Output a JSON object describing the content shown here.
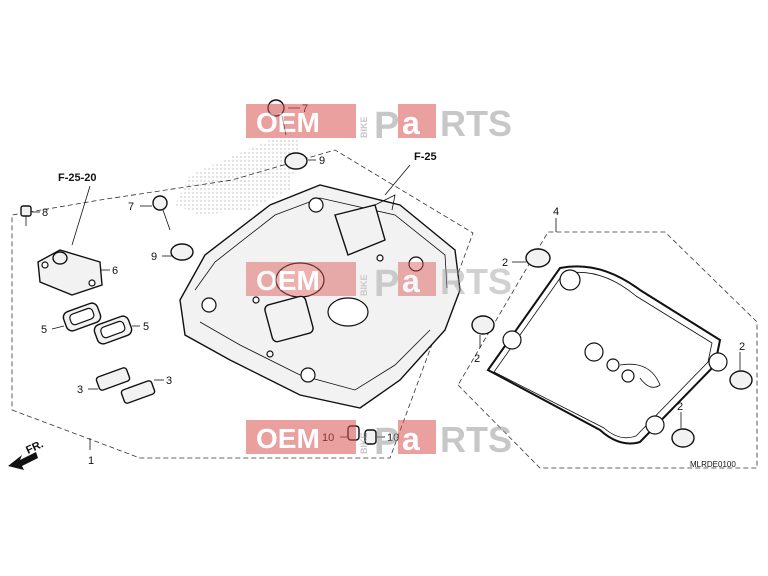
{
  "watermark": {
    "text_left": "OEM",
    "text_vertical": "BIKE",
    "text_right_1": "P",
    "text_right_2": "a",
    "text_right_3": "RTS",
    "color_red": "#d9534f",
    "color_gray": "#9a9a9a"
  },
  "references": {
    "f25": "F-25",
    "f2520": "F-25-20"
  },
  "callouts": {
    "n1": "1",
    "n2a": "2",
    "n2b": "2",
    "n2c": "2",
    "n2d": "2",
    "n3a": "3",
    "n3b": "3",
    "n4": "4",
    "n5a": "5",
    "n5b": "5",
    "n6": "6",
    "n7a": "7",
    "n7b": "7",
    "n8": "8",
    "n9a": "9",
    "n9b": "9",
    "n10a": "10",
    "n10b": "10"
  },
  "direction": {
    "label": "FR."
  },
  "diagram_code": "MLRDE0100"
}
